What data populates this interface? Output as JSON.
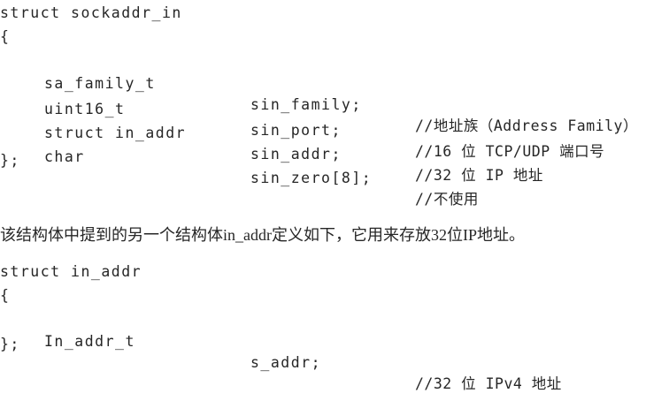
{
  "code_block_1": {
    "header": "struct sockaddr_in",
    "open": "{",
    "fields": [
      {
        "type": "sa_family_t",
        "name": "sin_family;",
        "comment": "//地址族（Address Family）"
      },
      {
        "type": "uint16_t",
        "name": "sin_port;",
        "comment": "//16 位 TCP/UDP 端口号"
      },
      {
        "type": "struct in_addr",
        "name": "sin_addr;",
        "comment": "//32 位 IP 地址"
      },
      {
        "type": "char",
        "name": "sin_zero[8];",
        "comment": "//不使用"
      }
    ],
    "close": "};"
  },
  "paragraph": "该结构体中提到的另一个结构体in_addr定义如下，它用来存放32位IP地址。",
  "code_block_2": {
    "header": "struct in_addr",
    "open": "{",
    "fields": [
      {
        "type": "In_addr_t",
        "name": "s_addr;",
        "comment": "//32 位 IPv4 地址"
      }
    ],
    "close": "};"
  }
}
